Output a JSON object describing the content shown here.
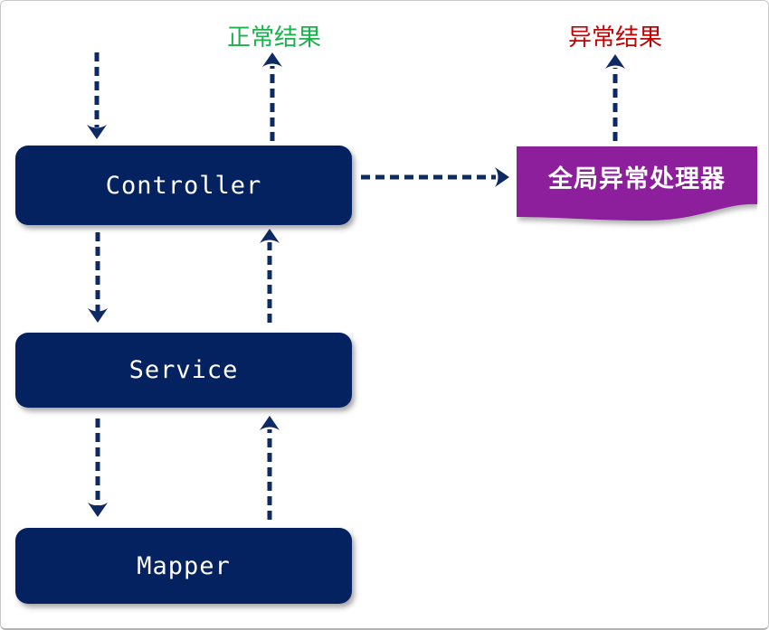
{
  "diagram": {
    "title_none": "",
    "layers": [
      {
        "id": "controller",
        "label": "Controller"
      },
      {
        "id": "service",
        "label": "Service"
      },
      {
        "id": "mapper",
        "label": "Mapper"
      }
    ],
    "exception_handler": {
      "label": "全局异常处理器"
    },
    "results": {
      "normal": {
        "label": "正常结果",
        "color": "#1bb24e"
      },
      "error": {
        "label": "异常结果",
        "color": "#c00404"
      }
    },
    "colors": {
      "node_fill": "#052260",
      "node_text": "#ffffff",
      "arrow": "#0e2a64",
      "exception_fill": "#8e1f9c",
      "canvas_border": "#c9c9c9"
    },
    "arrows": {
      "request_in": "request-down-into-controller",
      "normal_out": "controller-up-to-normal-result",
      "controller_service_down": "controller-down-to-service",
      "service_controller_up": "service-up-to-controller",
      "service_mapper_down": "service-down-to-mapper",
      "mapper_service_up": "mapper-up-to-service",
      "controller_exception_right": "controller-right-to-exception-handler",
      "exception_error_up": "exception-handler-up-to-error-result"
    }
  }
}
